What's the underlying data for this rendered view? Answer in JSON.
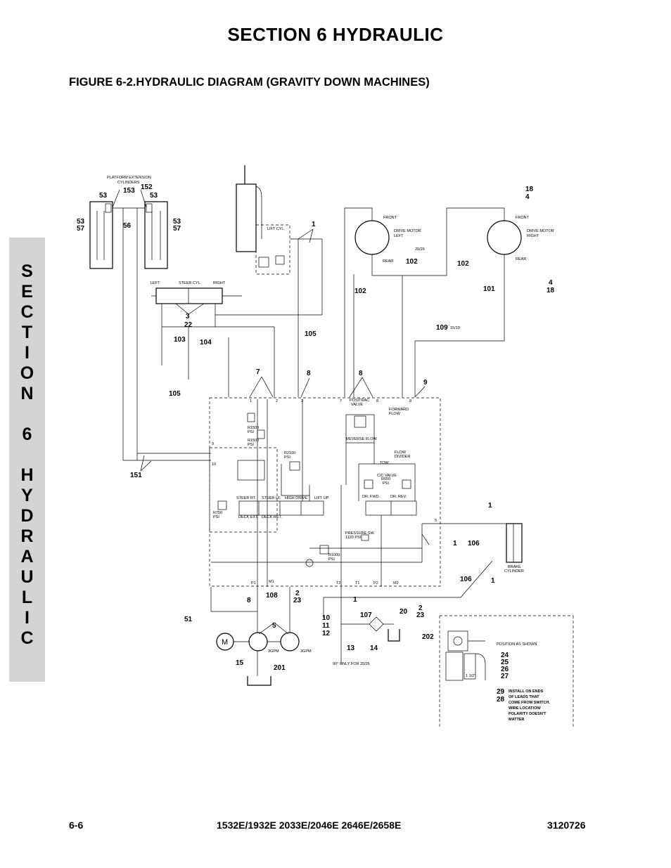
{
  "header": {
    "section_title": "SECTION 6    HYDRAULIC",
    "figure_title": "FIGURE 6-2.HYDRAULIC DIAGRAM (GRAVITY DOWN MACHINES)"
  },
  "side_tab": {
    "letters": [
      "S",
      "E",
      "C",
      "T",
      "I",
      "O",
      "N",
      "",
      "6",
      "",
      "H",
      "Y",
      "D",
      "R",
      "A",
      "U",
      "L",
      "I",
      "C"
    ]
  },
  "footer": {
    "page": "6-6",
    "models": "1532E/1932E 2033E/2046E 2646E/2658E",
    "doc_number": "3120726"
  },
  "diagram": {
    "component_labels": {
      "platform_ext": "PLATFORM EXTENSION",
      "cylinders": "CYLINDERS",
      "lift_cyl": "LIFT CYL.",
      "left": "LEFT",
      "steer_cyl": "STEER CYL.",
      "right": "RIGHT",
      "front_l": "FRONT",
      "drive_motor_left_1": "DRIVE MOTOR",
      "drive_motor_left_2": "LEFT",
      "model_2026": "20/26",
      "rear_l": "REAR",
      "front_r": "FRONT",
      "drive_motor_right_1": "DRIVE MOTOR",
      "drive_motor_right_2": "RIGHT",
      "rear_r": "REAR",
      "lbl_1519": "15/19",
      "positrac_1": "POSITRAC",
      "positrac_2": "VALVE",
      "reverse_flow": "REVERSE FLOW",
      "forward_flow_1": "FORWARD",
      "forward_flow_2": "FLOW",
      "flow_divider_1": "FLOW",
      "flow_divider_2": "DIVIDER",
      "tow": "TOW",
      "cc_valve_1": "C/C VALVE",
      "cc_valve_2": "R650",
      "cc_valve_3": "PSI",
      "dr_fwd": "DR. FWD.",
      "dr_rev": "DR. REV.",
      "r1500a_1": "R1500",
      "r1500a_2": "PSI",
      "r1500b_1": "R1500",
      "r1500b_2": "PSI",
      "r2100_1": "R2100",
      "r2100_2": "PSI",
      "r750_1": "R750",
      "r750_2": "PSI",
      "steer_rt": "STEER RT.",
      "steer_lf": "STEER LF.",
      "high_drive": "HIGH DRIVE",
      "lift_up": "LIFT UP",
      "deck_ext": "DECK EXT.",
      "deck_ret": "DECK RET.",
      "pressure_sw_1": "PRESSURE SW.",
      "pressure_sw_2": "1120 PSI",
      "r1000_1": "R1000",
      "r1000_2": "PSI",
      "brake_1": "BRAKE",
      "brake_2": "CYLINDER",
      "port_p1": "P1",
      "port_m1": "M1",
      "port_t2": "T2",
      "port_t1": "T1",
      "port_p2": "P2",
      "port_m2": "M2",
      "motor_m": "M",
      "gpm_a": "3GPM",
      "gpm_b": "3GPM",
      "note_2026": "90° ONLY FOR 20/26",
      "position_as_shown": "POSITION AS SHOWN",
      "half_inch": "1 1/2\"",
      "install_1": "INSTALL ON ENDS",
      "install_2": "OF LEADS THAT",
      "install_3": "COME FROM SWITCH.",
      "install_4": "WIRE LOCATION/",
      "install_5": "POLARITY DOESN'T",
      "install_6": "MATTER"
    },
    "port_numbers": {
      "p1": "1",
      "p2": "2",
      "p3": "3",
      "p7": "7",
      "p8a": "8",
      "p8b": "8",
      "p9": "9",
      "p10": "10",
      "p5": "5"
    },
    "callouts": {
      "c53_top": "53",
      "c153": "153",
      "c152": "152",
      "c53_topr": "53",
      "c53_l": "53",
      "c57_l": "57",
      "c56": "56",
      "c53_r": "53",
      "c57_r": "57",
      "c1_lift": "1",
      "c18_top": "18",
      "c4_top": "4",
      "c102_mid": "102",
      "c102_r": "102",
      "c102_l": "102",
      "c101": "101",
      "c4_r": "4",
      "c18_r": "18",
      "c3": "3",
      "c22": "22",
      "c103": "103",
      "c104": "104",
      "c105_mid": "105",
      "c109": "109",
      "c7": "7",
      "c8_a": "8",
      "c8_b": "8",
      "c9": "9",
      "c105_l": "105",
      "c151": "151",
      "c1_brake": "1",
      "c1_b2": "1",
      "c106_a": "106",
      "c106_b": "106",
      "c1_b3": "1",
      "c8_bot": "8",
      "c108": "108",
      "c2_a": "2",
      "c23_a": "23",
      "c1_bot": "1",
      "c20": "20",
      "c2_b": "2",
      "c23_b": "23",
      "c51": "51",
      "c107": "107",
      "c10": "10",
      "c11": "11",
      "c12": "12",
      "c5": "5",
      "c202": "202",
      "c13": "13",
      "c14": "14",
      "c15": "15",
      "c201": "201",
      "c24": "24",
      "c25": "25",
      "c26": "26",
      "c27": "27",
      "c29": "29",
      "c28": "28"
    }
  }
}
